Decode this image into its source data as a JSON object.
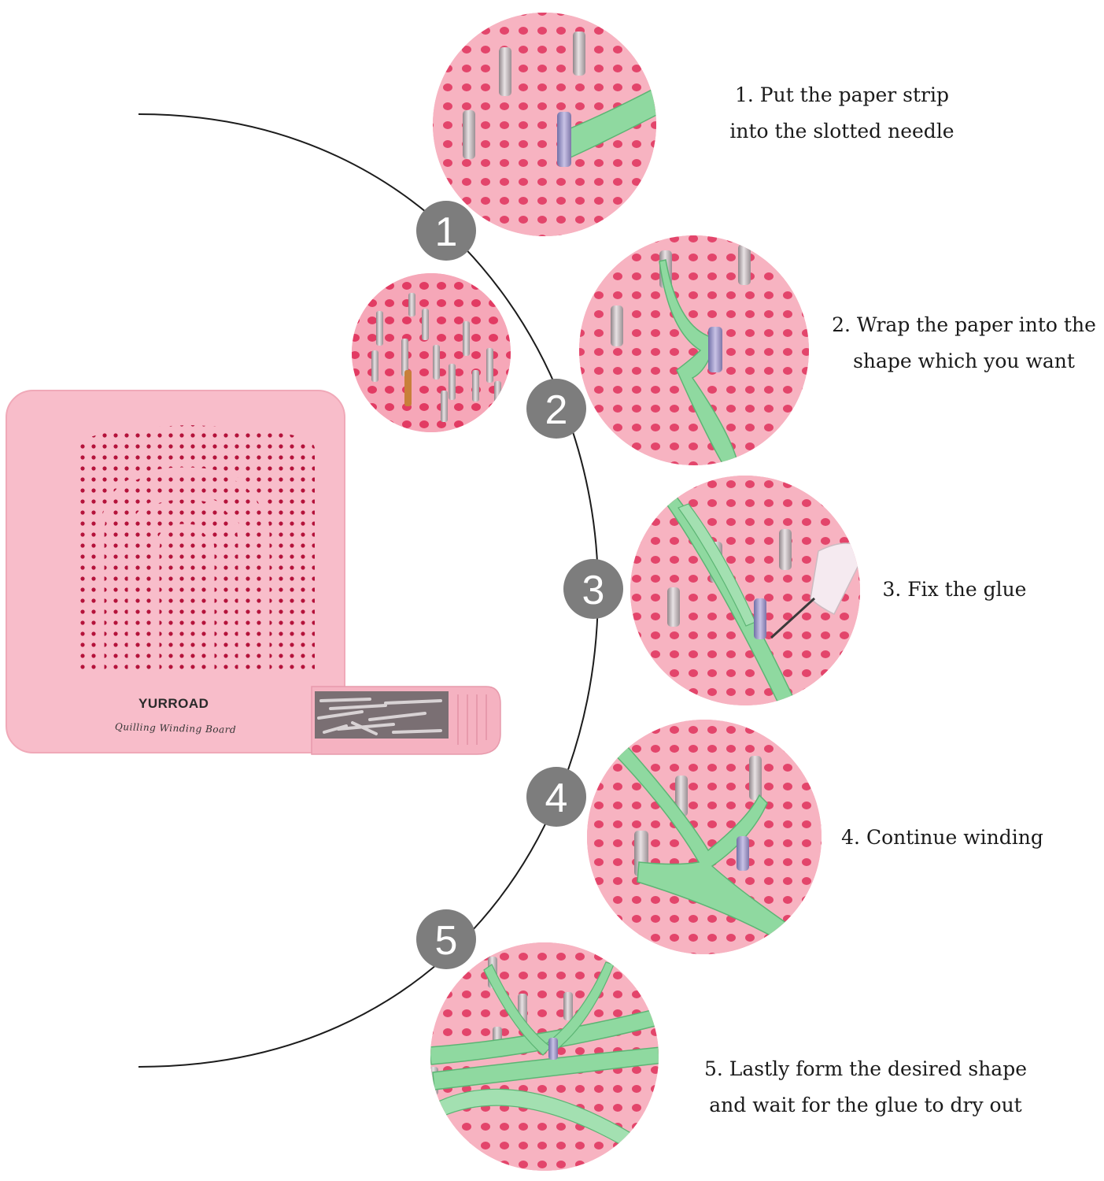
{
  "board": {
    "brand": "YURROAD",
    "subtitle": "Quilling Winding Board"
  },
  "steps": [
    {
      "number": "1",
      "lines": [
        "1. Put the paper strip",
        "into the slotted needle"
      ]
    },
    {
      "number": "2",
      "lines": [
        "2. Wrap the paper into the",
        "shape which you want"
      ]
    },
    {
      "number": "3",
      "lines": [
        "3. Fix the glue"
      ]
    },
    {
      "number": "4",
      "lines": [
        "4. Continue winding"
      ]
    },
    {
      "number": "5",
      "lines": [
        "5. Lastly form the desired shape",
        "and wait for the glue to dry out"
      ]
    }
  ],
  "colors": {
    "board_pink": "#f7b9c6",
    "hole_red": "#c2143c",
    "circle_pink": "#f4a6b6",
    "badge_gray": "#7d7d7d",
    "paper_green": "#8fd9a0",
    "pin_silver": "#b8b0b4"
  }
}
